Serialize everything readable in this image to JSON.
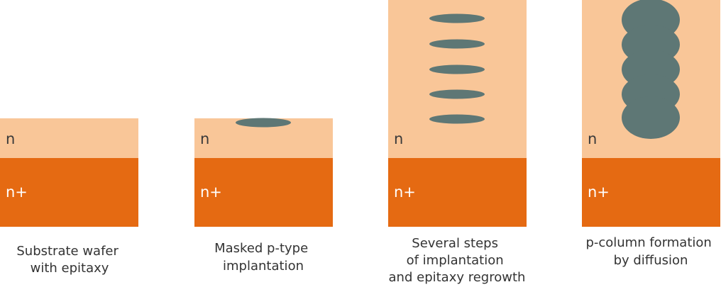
{
  "colors": {
    "n_layer": "#f9c698",
    "nplus_layer": "#e56a12",
    "p_region": "#5e7775",
    "text_dark": "#3a3a3a",
    "text_light": "#ffffff",
    "caption_text": "#333333"
  },
  "layer_labels": {
    "n": "n",
    "nplus": "n+"
  },
  "steps": [
    {
      "id": "step-1",
      "caption_lines": [
        "Substrate wafer",
        "with epitaxy"
      ],
      "n_label": "n",
      "nplus_label": "n+",
      "p_implant_count": 0
    },
    {
      "id": "step-2",
      "caption_lines": [
        "Masked p-type",
        "implantation"
      ],
      "n_label": "n",
      "nplus_label": "n+",
      "p_implant_count": 1
    },
    {
      "id": "step-3",
      "caption_lines": [
        "Several steps",
        "of implantation",
        "and epitaxy regrowth"
      ],
      "n_label": "n",
      "nplus_label": "n+",
      "p_implant_count": 5
    },
    {
      "id": "step-4",
      "caption_lines": [
        "p-column formation",
        "by diffusion"
      ],
      "n_label": "n",
      "nplus_label": "n+",
      "p_column_bulges": 5
    }
  ]
}
